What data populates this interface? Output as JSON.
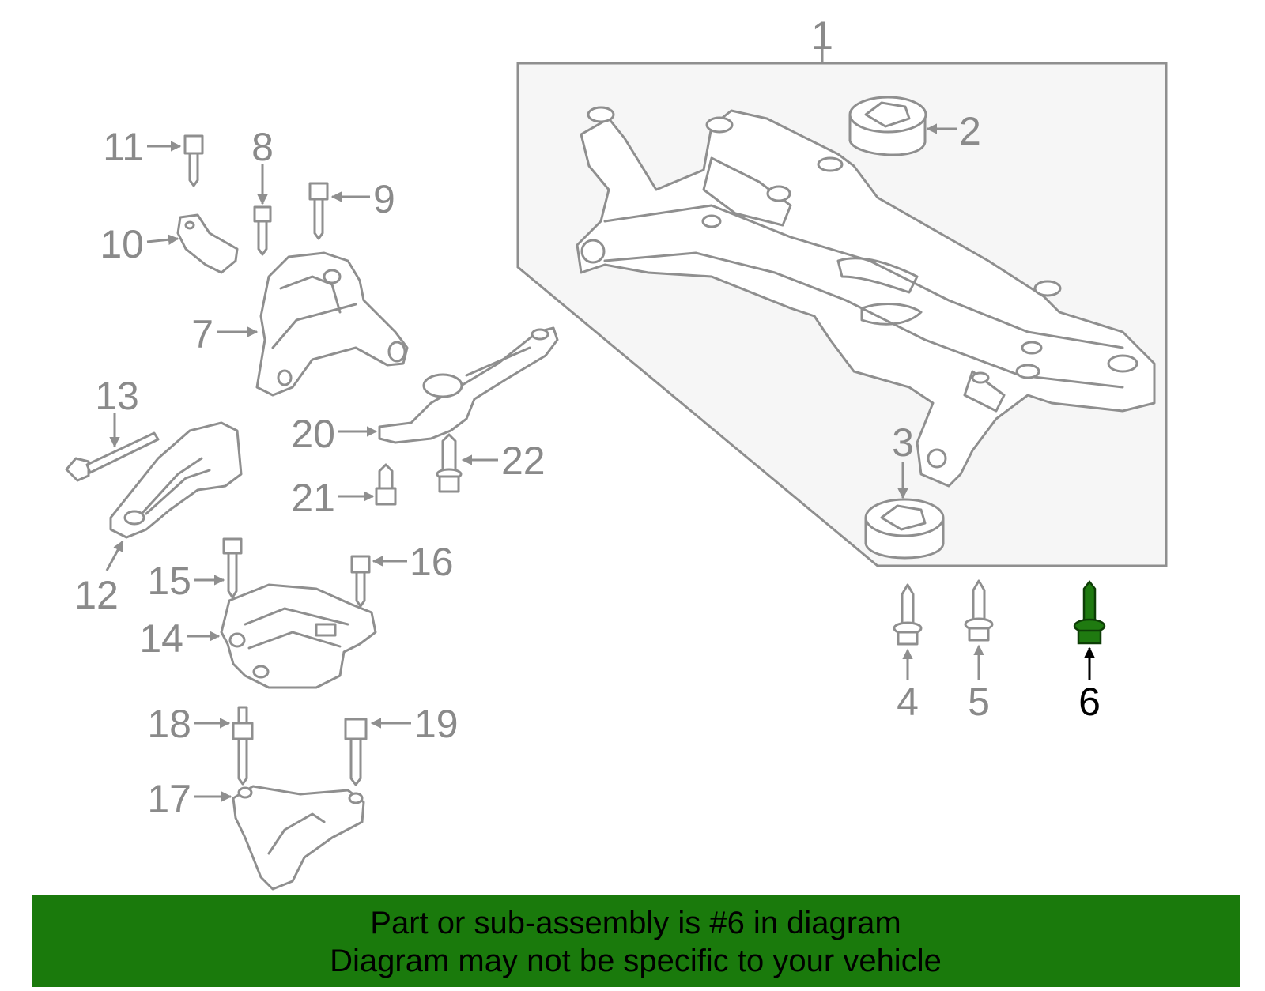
{
  "callouts": {
    "c1": "1",
    "c2": "2",
    "c3": "3",
    "c4": "4",
    "c5": "5",
    "c6": "6",
    "c7": "7",
    "c8": "8",
    "c9": "9",
    "c10": "10",
    "c11": "11",
    "c12": "12",
    "c13": "13",
    "c14": "14",
    "c15": "15",
    "c16": "16",
    "c17": "17",
    "c18": "18",
    "c19": "19",
    "c20": "20",
    "c21": "21",
    "c22": "22"
  },
  "highlight_part": "6",
  "colors": {
    "line": "#8f8f8f",
    "highlight_part": "#1f7a10",
    "banner": "#1a7a0c",
    "background": "#ffffff"
  },
  "banner": {
    "line1": "Part or sub-assembly is #6 in diagram",
    "line2": "Diagram may not be specific to your vehicle"
  }
}
